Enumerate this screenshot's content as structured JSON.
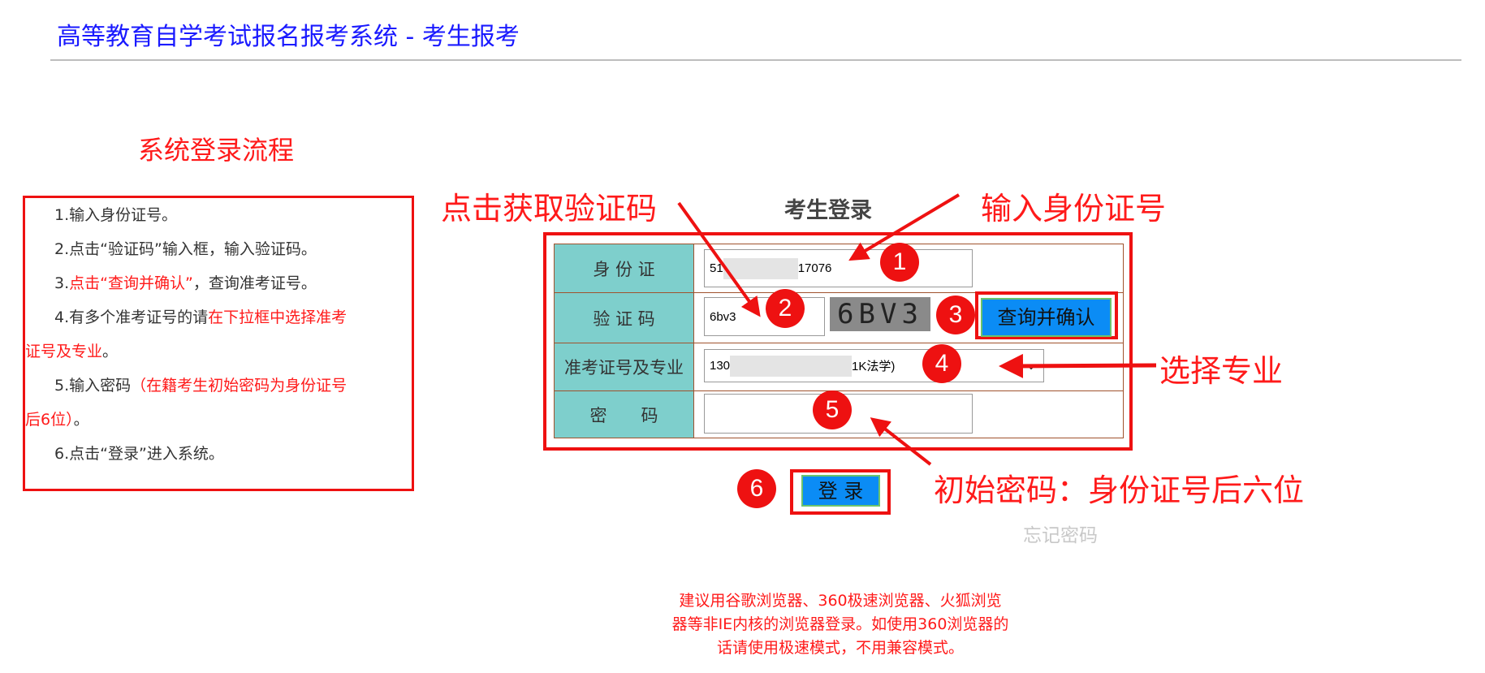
{
  "header": {
    "title": "高等教育自学考试报名报考系统 - 考生报考"
  },
  "flow": {
    "title": "系统登录流程",
    "steps": [
      {
        "a": "1.输入身份证号。"
      },
      {
        "a": "2.点击“验证码”输入框，输入验证码。"
      },
      {
        "a": "3.",
        "red": "点击“查询并确认”",
        "b": "，查询准考证号。"
      },
      {
        "a": "4.有多个准考证号的请",
        "red": "在下拉框中选择准考"
      },
      {
        "red": "证号及专业",
        "b": "。"
      },
      {
        "a": "5.输入密码",
        "red": "（在籍考生初始密码为身份证号"
      },
      {
        "red": "后6位）",
        "b": "。"
      },
      {
        "a": "6.点击“登录”进入系统。"
      }
    ]
  },
  "annotations": {
    "captcha": "点击获取验证码",
    "id": "输入身份证号",
    "major": "选择专业",
    "password": "初始密码：身份证号后六位",
    "numbers": [
      "1",
      "2",
      "3",
      "4",
      "5",
      "6"
    ]
  },
  "login": {
    "title": "考生登录",
    "id_label": "身 份 证",
    "id_prefix": "51",
    "id_suffix": "17076",
    "captcha_label": "验 证 码",
    "captcha_value": "6bv3",
    "captcha_image": "6BV3",
    "query_button": "查询并确认",
    "major_label": "准考证号及专业",
    "major_prefix": "130",
    "major_suffix": "1K法学)",
    "password_label": "密　　码",
    "password_value": "",
    "login_button": "登 录",
    "forgot": "忘记密码"
  },
  "tip": {
    "lines": [
      "建议用谷歌浏览器、360极速浏览器、火狐浏览",
      "器等非IE内核的浏览器登录。如使用360浏览器的",
      "话请使用极速模式，不用兼容模式。"
    ]
  },
  "colors": {
    "accent": "#ee1111",
    "title": "#1a1aff",
    "label_bg": "#7ecfcc",
    "button": "#0b8cf5"
  }
}
